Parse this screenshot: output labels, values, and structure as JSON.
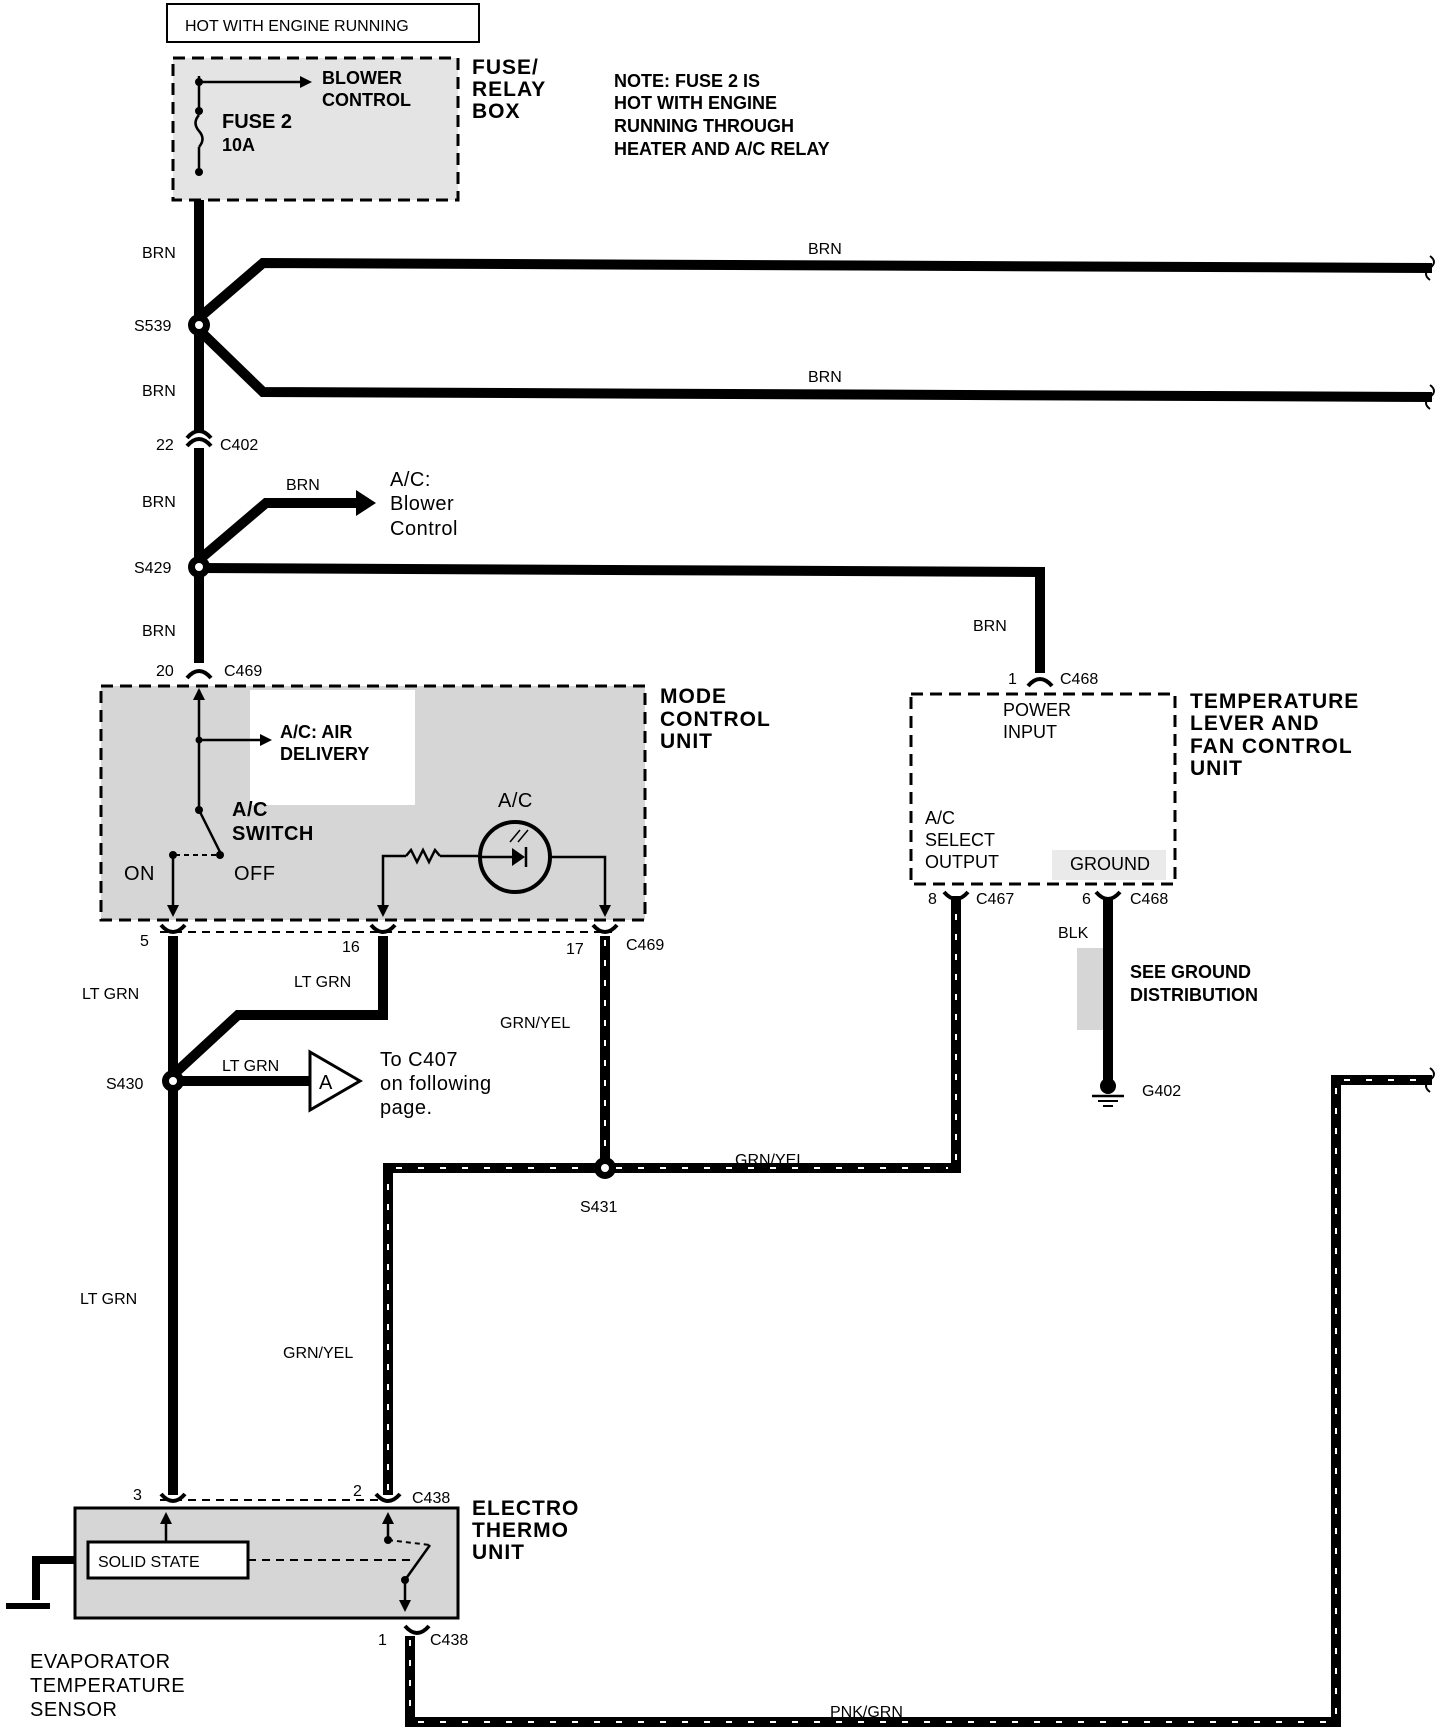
{
  "power": {
    "hot_label": "HOT WITH ENGINE RUNNING",
    "fuse_relay_box": [
      "FUSE/",
      "RELAY",
      "BOX"
    ],
    "blower_control": [
      "BLOWER",
      "CONTROL"
    ],
    "fuse_name": "FUSE 2",
    "fuse_rating": "10A",
    "note": [
      "NOTE: FUSE 2 IS",
      "HOT WITH ENGINE",
      "RUNNING THROUGH",
      "HEATER AND A/C RELAY"
    ]
  },
  "wires": {
    "brn": "BRN",
    "lt_grn": "LT GRN",
    "grn_yel": "GRN/YEL",
    "blk": "BLK",
    "pnk_grn": "PNK/GRN"
  },
  "splices": {
    "s539": "S539",
    "s429": "S429",
    "s430": "S430",
    "s431": "S431"
  },
  "connectors": {
    "c402": "C402",
    "c402_pin": "22",
    "c469": "C469",
    "c469_pin_in": "20",
    "c469_pin_5": "5",
    "c469_pin_16": "16",
    "c469_pin_17": "17",
    "c468": "C468",
    "c468_pin_1": "1",
    "c468_pin_6": "6",
    "c467": "C467",
    "c467_pin_8": "8",
    "c438": "C438",
    "c438_pin_3": "3",
    "c438_pin_2": "2",
    "c438_pin_1": "1"
  },
  "blower_ref": [
    "A/C:",
    "Blower",
    "Control"
  ],
  "mode_control": {
    "title": [
      "MODE",
      "CONTROL",
      "UNIT"
    ],
    "air_delivery": [
      "A/C: AIR",
      "DELIVERY"
    ],
    "switch": [
      "A/C",
      "SWITCH"
    ],
    "on": "ON",
    "off": "OFF",
    "indicator": "A/C"
  },
  "temp_unit": {
    "title": [
      "TEMPERATURE",
      "LEVER AND",
      "FAN CONTROL",
      "UNIT"
    ],
    "power_input": [
      "POWER",
      "INPUT"
    ],
    "select_output": [
      "A/C",
      "SELECT",
      "OUTPUT"
    ],
    "ground": "GROUND"
  },
  "ground": {
    "see": [
      "SEE GROUND",
      "DISTRIBUTION"
    ],
    "id": "G402"
  },
  "offpage": {
    "letter": "A",
    "text": [
      "To C407",
      "on following",
      "page."
    ]
  },
  "electro_thermo": {
    "title": [
      "ELECTRO",
      "THERMO",
      "UNIT"
    ],
    "solid_state": "SOLID STATE"
  },
  "evaporator": [
    "EVAPORATOR",
    "TEMPERATURE",
    "SENSOR"
  ]
}
